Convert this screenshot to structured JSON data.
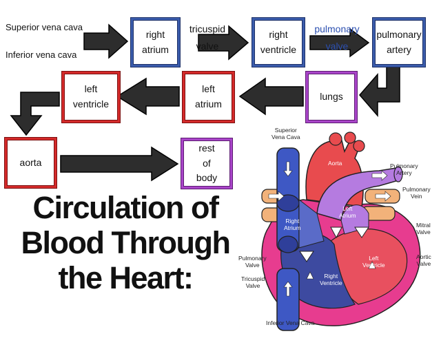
{
  "inputs": {
    "superior": "Superior vena cava",
    "inferior": "Inferior vena cava"
  },
  "boxes": {
    "right_atrium": "right\natrium",
    "right_ventricle": "right\nventricle",
    "pulmonary_artery": "pulmonary\nartery",
    "lungs": "lungs",
    "left_atrium": "left\natrium",
    "left_ventricle": "left\nventricle",
    "aorta": "aorta",
    "rest_of_body": "rest\nof\nbody"
  },
  "valves": {
    "tricuspid": "tricuspid\nvalve",
    "pulmonary": "pulmonary\nvalve"
  },
  "title": "Circulation of Blood Through the Heart:",
  "heart_labels": {
    "superior_vena_cava": "Superior\nVena Cava",
    "aorta": "Aorta",
    "pulmonary_artery": "Pulmonary\nArtery",
    "pulmonary_vein": "Pulmonary\nVein",
    "mitral_valve": "Mitral\nValve",
    "aortic_valve": "Aortic\nValve",
    "left_atrium": "Left\nAtrium",
    "right_atrium": "Right\nAtrium",
    "left_ventricle": "Left\nVentricle",
    "right_ventricle": "Right\nVentricle",
    "pulmonary_valve": "Pulmonary\nValve",
    "tricuspid_valve": "Tricuspid\nValve",
    "inferior_vena_cava": "Inferior Vena Cava"
  },
  "colors": {
    "blue_box": "#3b5cab",
    "red_box": "#d42a2a",
    "purple_box": "#a945c9",
    "arrow": "#2b2b2b",
    "valve_text": "#2b4fb0"
  }
}
